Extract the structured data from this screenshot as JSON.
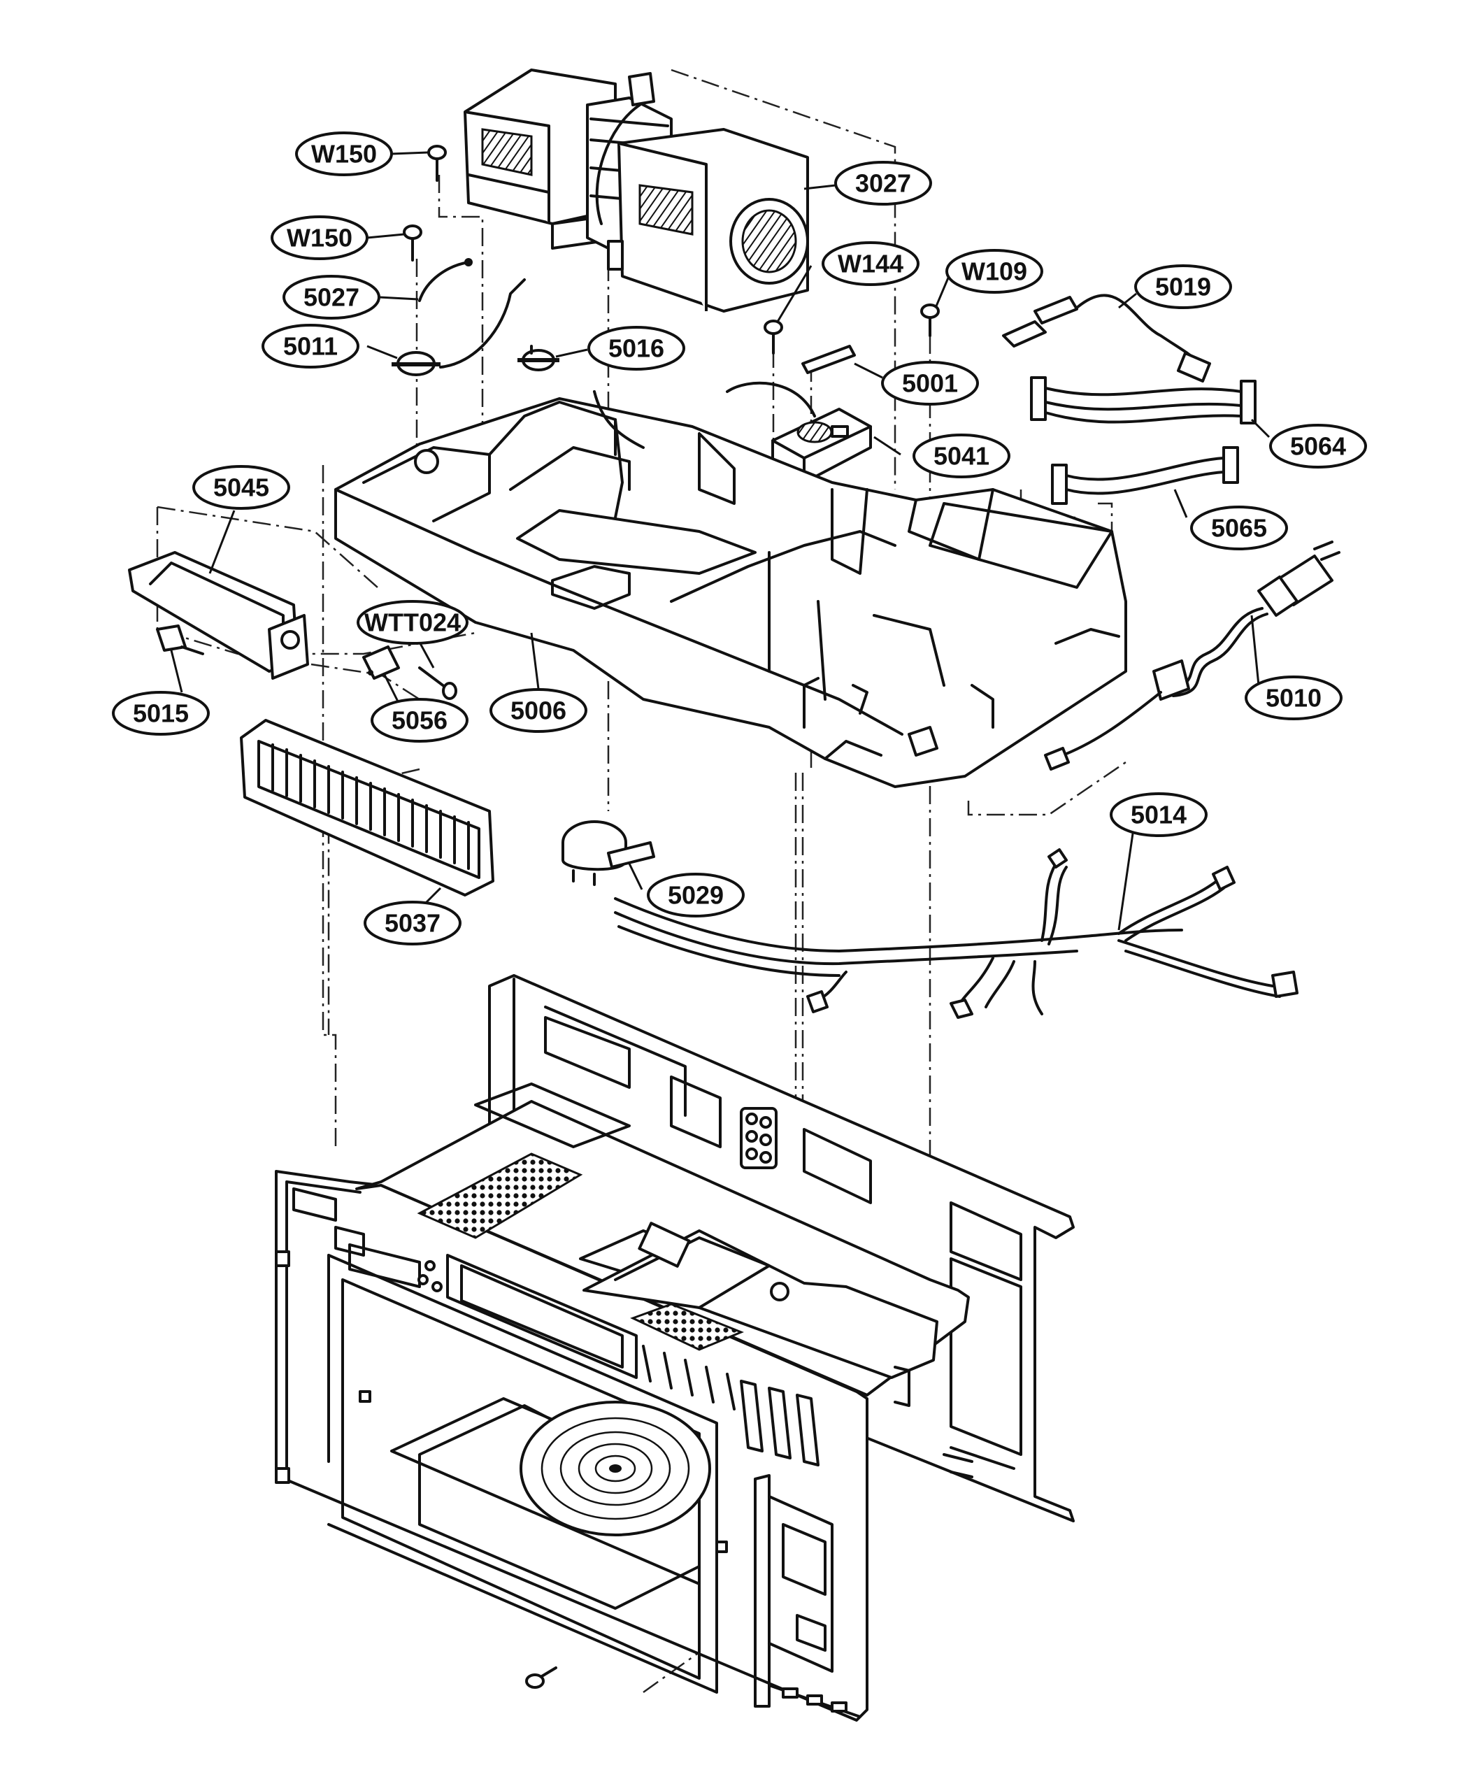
{
  "callouts": [
    {
      "id": "W150_top",
      "label": "W150"
    },
    {
      "id": "3027",
      "label": "3027"
    },
    {
      "id": "W150_mid",
      "label": "W150"
    },
    {
      "id": "W144",
      "label": "W144"
    },
    {
      "id": "W109",
      "label": "W109"
    },
    {
      "id": "5019",
      "label": "5019"
    },
    {
      "id": "5027",
      "label": "5027"
    },
    {
      "id": "5011",
      "label": "5011"
    },
    {
      "id": "5016",
      "label": "5016"
    },
    {
      "id": "5001",
      "label": "5001"
    },
    {
      "id": "5064",
      "label": "5064"
    },
    {
      "id": "5041",
      "label": "5041"
    },
    {
      "id": "5045",
      "label": "5045"
    },
    {
      "id": "5065",
      "label": "5065"
    },
    {
      "id": "WTT024",
      "label": "WTT024"
    },
    {
      "id": "5010",
      "label": "5010"
    },
    {
      "id": "5015",
      "label": "5015"
    },
    {
      "id": "5056",
      "label": "5056"
    },
    {
      "id": "5006",
      "label": "5006"
    },
    {
      "id": "5014",
      "label": "5014"
    },
    {
      "id": "5029",
      "label": "5029"
    },
    {
      "id": "5037",
      "label": "5037"
    }
  ]
}
